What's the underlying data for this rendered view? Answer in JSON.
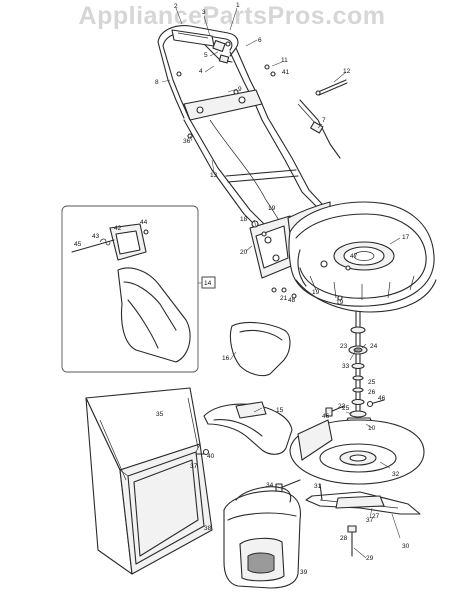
{
  "watermark": "AppliancePartsPros.com",
  "callouts": [
    {
      "id": "c1",
      "label": "1"
    },
    {
      "id": "c2",
      "label": "2"
    },
    {
      "id": "c3",
      "label": "3"
    },
    {
      "id": "c4",
      "label": "4"
    },
    {
      "id": "c5",
      "label": "5"
    },
    {
      "id": "c6",
      "label": "6"
    },
    {
      "id": "c7",
      "label": "7"
    },
    {
      "id": "c8",
      "label": "8"
    },
    {
      "id": "c9",
      "label": "9"
    },
    {
      "id": "c10",
      "label": "10"
    },
    {
      "id": "c11",
      "label": "11"
    },
    {
      "id": "c12",
      "label": "12"
    },
    {
      "id": "c13",
      "label": "13"
    },
    {
      "id": "c14",
      "label": "14"
    },
    {
      "id": "c15",
      "label": "15"
    },
    {
      "id": "c16",
      "label": "16"
    },
    {
      "id": "c17",
      "label": "17"
    },
    {
      "id": "c18",
      "label": "18"
    },
    {
      "id": "c19a",
      "label": "19"
    },
    {
      "id": "c19b",
      "label": "19"
    },
    {
      "id": "c19c",
      "label": "19"
    },
    {
      "id": "c20",
      "label": "20"
    },
    {
      "id": "c21",
      "label": "21"
    },
    {
      "id": "c22",
      "label": "22"
    },
    {
      "id": "c23",
      "label": "23"
    },
    {
      "id": "c24",
      "label": "24"
    },
    {
      "id": "c25a",
      "label": "25"
    },
    {
      "id": "c25b",
      "label": "25"
    },
    {
      "id": "c26",
      "label": "26"
    },
    {
      "id": "c27",
      "label": "27"
    },
    {
      "id": "c28",
      "label": "28"
    },
    {
      "id": "c29",
      "label": "29"
    },
    {
      "id": "c30",
      "label": "30"
    },
    {
      "id": "c31",
      "label": "31"
    },
    {
      "id": "c32",
      "label": "32"
    },
    {
      "id": "c33",
      "label": "33"
    },
    {
      "id": "c34",
      "label": "34"
    },
    {
      "id": "c35",
      "label": "35"
    },
    {
      "id": "c36",
      "label": "36"
    },
    {
      "id": "c37a",
      "label": "37"
    },
    {
      "id": "c37b",
      "label": "37"
    },
    {
      "id": "c38",
      "label": "38"
    },
    {
      "id": "c39",
      "label": "39"
    },
    {
      "id": "c40",
      "label": "40"
    },
    {
      "id": "c41",
      "label": "41"
    },
    {
      "id": "c42",
      "label": "42"
    },
    {
      "id": "c43",
      "label": "43"
    },
    {
      "id": "c44",
      "label": "44"
    },
    {
      "id": "c45",
      "label": "45"
    },
    {
      "id": "c46a",
      "label": "46"
    },
    {
      "id": "c46b",
      "label": "46"
    },
    {
      "id": "c47",
      "label": "47"
    },
    {
      "id": "c48",
      "label": "48"
    }
  ]
}
